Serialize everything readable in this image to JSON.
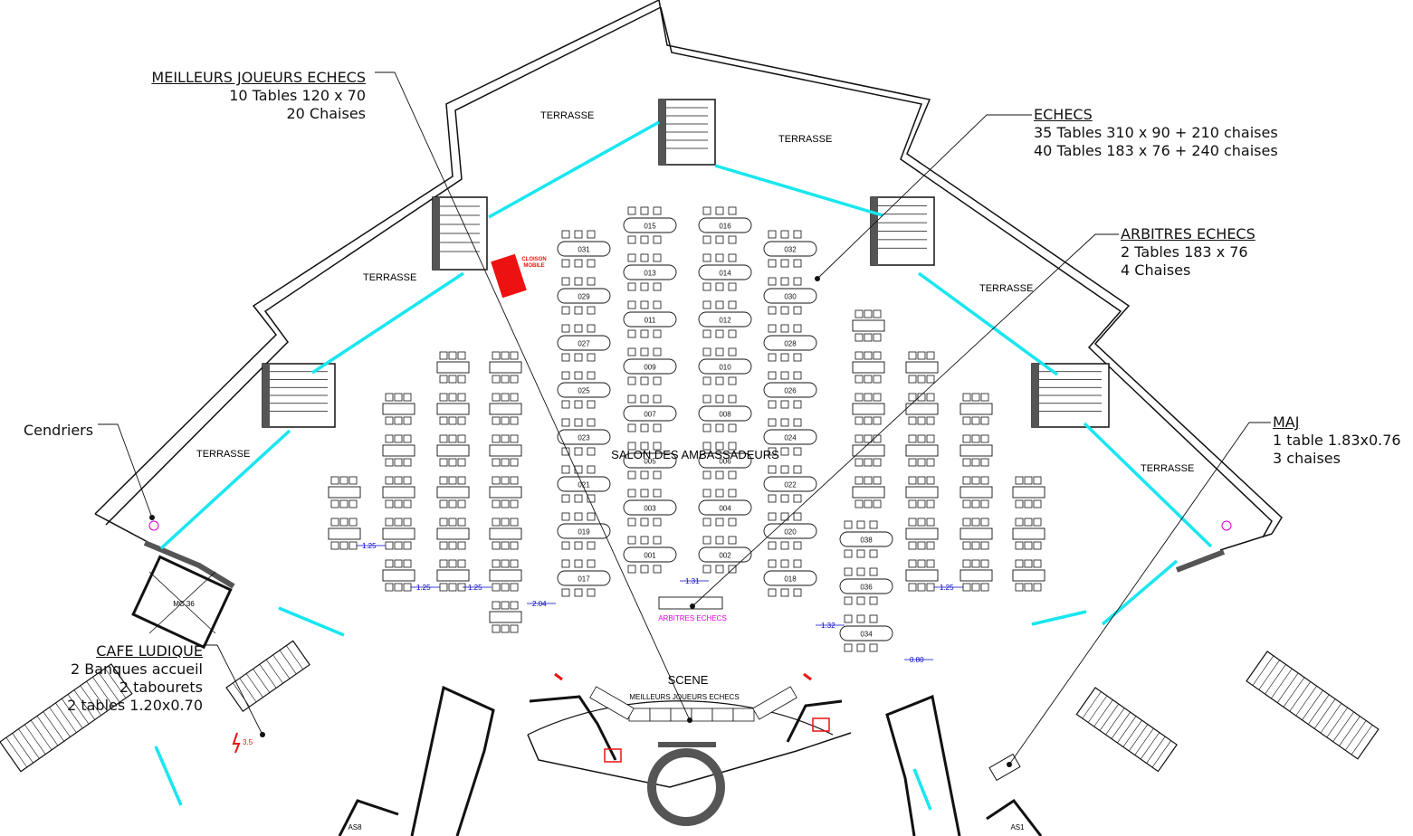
{
  "labels": {
    "terrasse": "TERRASSE",
    "salon": "SALON DES AMBASSADEURS",
    "scene": "SCENE",
    "scene_sub": "MEILLEURS JOUEURS ECHECS",
    "arbitres": "ARBITRES ECHECS",
    "cloison": [
      "CLOISON",
      "MOBILE"
    ],
    "mc": "MC 36",
    "as_left": "AS8",
    "as_right": "AS1",
    "power": "3.5"
  },
  "callouts": {
    "meilleurs": {
      "title": "MEILLEURS JOUEURS ECHECS",
      "lines": [
        "10 Tables 120 x 70",
        "20 Chaises"
      ]
    },
    "echecs": {
      "title": "ECHECS",
      "lines": [
        "35 Tables 310 x 90 + 210 chaises",
        "40 Tables 183 x 76 + 240 chaises"
      ]
    },
    "arbitres": {
      "title": "ARBITRES ECHECS",
      "lines": [
        "2 Tables 183 x 76",
        "4 Chaises"
      ]
    },
    "maj": {
      "title": "MAJ",
      "lines": [
        "1 table 1.83x0.76",
        "3 chaises"
      ]
    },
    "cendriers": {
      "title": "Cendriers"
    },
    "cafe": {
      "title": "CAFE LUDIQUE",
      "lines": [
        "2 Banques accueil",
        "2 tabourets",
        "2 tables 1.20x0.70"
      ]
    }
  },
  "tables": {
    "col_left_odd": [
      "031",
      "029",
      "027",
      "025",
      "023",
      "021",
      "019",
      "017"
    ],
    "col_mid_left": [
      "015",
      "013",
      "011",
      "009",
      "007",
      "005",
      "003",
      "001"
    ],
    "col_mid_right": [
      "016",
      "014",
      "012",
      "010",
      "008",
      "006",
      "004",
      "002"
    ],
    "col_right_even": [
      "032",
      "030",
      "028",
      "026",
      "024",
      "022",
      "020",
      "018"
    ],
    "col_far_right": [
      "038",
      "036",
      "034"
    ]
  },
  "dimensions": [
    "1.25",
    "1.25",
    "1.25",
    "2.04",
    "1.31",
    "1.32",
    "0.80",
    "1.25"
  ],
  "colors": {
    "wall": "#111111",
    "glass": "#19e6f0",
    "dimension": "#0000cc",
    "arbitres": "#e600e6",
    "cloison": "#ee1111",
    "cendrier": "#cc00cc"
  }
}
